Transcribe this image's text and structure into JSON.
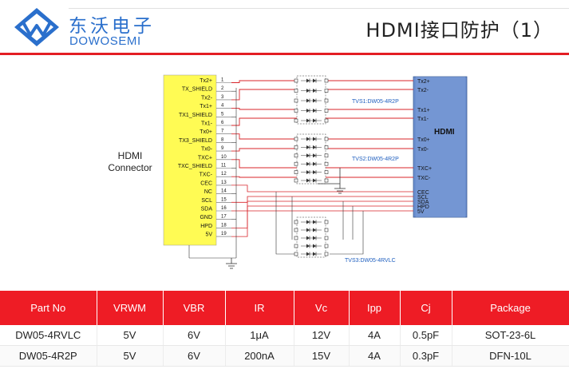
{
  "header": {
    "brand_cn": "东沃电子",
    "brand_en": "DOWOSEMI",
    "title": "HDMI接口防护（1）",
    "accent_color": "#ee1c25",
    "brand_color": "#2a6fcc"
  },
  "schematic": {
    "connector_label_line1": "HDMI",
    "connector_label_line2": "Connector",
    "connector_pins": [
      {
        "num": "1",
        "name": "Tx2+"
      },
      {
        "num": "2",
        "name": "TX_SHIELD"
      },
      {
        "num": "3",
        "name": "Tx2-"
      },
      {
        "num": "4",
        "name": "Tx1+"
      },
      {
        "num": "5",
        "name": "TX1_SHIELD"
      },
      {
        "num": "6",
        "name": "Tx1-"
      },
      {
        "num": "7",
        "name": "Tx0+"
      },
      {
        "num": "8",
        "name": "TX3_SHIELD"
      },
      {
        "num": "9",
        "name": "Tx0-"
      },
      {
        "num": "10",
        "name": "TXC+"
      },
      {
        "num": "11",
        "name": "TXC_SHIELD"
      },
      {
        "num": "12",
        "name": "TXC-"
      },
      {
        "num": "13",
        "name": "CEC"
      },
      {
        "num": "14",
        "name": "NC"
      },
      {
        "num": "15",
        "name": "SCL"
      },
      {
        "num": "16",
        "name": "SDA"
      },
      {
        "num": "17",
        "name": "GND"
      },
      {
        "num": "18",
        "name": "HPD"
      },
      {
        "num": "19",
        "name": "5V"
      }
    ],
    "hdmi_block_label": "HDMI",
    "hdmi_pins": [
      "Tx2+",
      "Tx2-",
      "Tx1+",
      "Tx1-",
      "Tx0+",
      "Tx0-",
      "TXC+",
      "TXC-",
      "CEC",
      "SCL",
      "SDA",
      "HPD",
      "5V"
    ],
    "tvs_labels": [
      "TVS1:DW05-4R2P",
      "TVS2:DW05-4R2P",
      "TVS3:DW05-4RVLC"
    ]
  },
  "spec_table": {
    "headers": [
      "Part No",
      "VRWM",
      "VBR",
      "IR",
      "Vc",
      "Ipp",
      "Cj",
      "Package"
    ],
    "rows": [
      [
        "DW05-4RVLC",
        "5V",
        "6V",
        "1μA",
        "12V",
        "4A",
        "0.5pF",
        "SOT-23-6L"
      ],
      [
        "DW05-4R2P",
        "5V",
        "6V",
        "200nA",
        "15V",
        "4A",
        "0.3pF",
        "DFN-10L"
      ]
    ]
  }
}
